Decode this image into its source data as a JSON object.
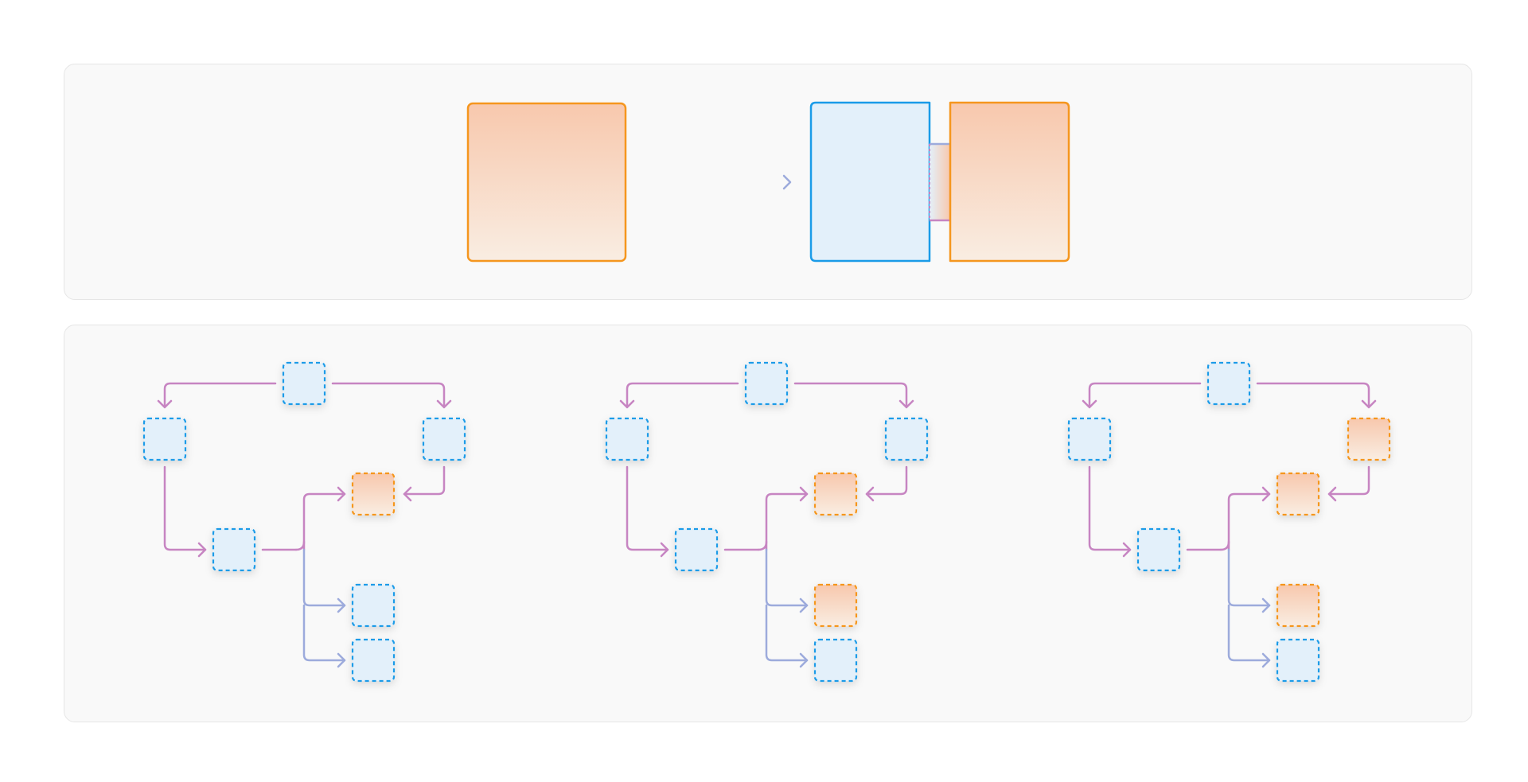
{
  "colors": {
    "blue_border": "#1a9be8",
    "blue_fill": "#e3f0fa",
    "orange_border": "#f5961e",
    "orange_fill_top": "#f8c8ad",
    "orange_fill_bottom": "#f9ede2",
    "arrow_pink": "#c785c2",
    "arrow_lavender": "#9dabdc",
    "panel_bg": "#f9f9f9",
    "panel_border": "#e6e6e6"
  },
  "trees": [
    {
      "states": {
        "top": "blue",
        "left": "blue",
        "right": "blue",
        "mid": "blue",
        "out1": "orange",
        "out2": "blue",
        "out3": "blue"
      }
    },
    {
      "states": {
        "top": "blue",
        "left": "blue",
        "right": "blue",
        "mid": "blue",
        "out1": "orange",
        "out2": "orange",
        "out3": "blue"
      }
    },
    {
      "states": {
        "top": "blue",
        "left": "blue",
        "right": "orange",
        "mid": "blue",
        "out1": "orange",
        "out2": "orange",
        "out3": "blue"
      }
    }
  ]
}
